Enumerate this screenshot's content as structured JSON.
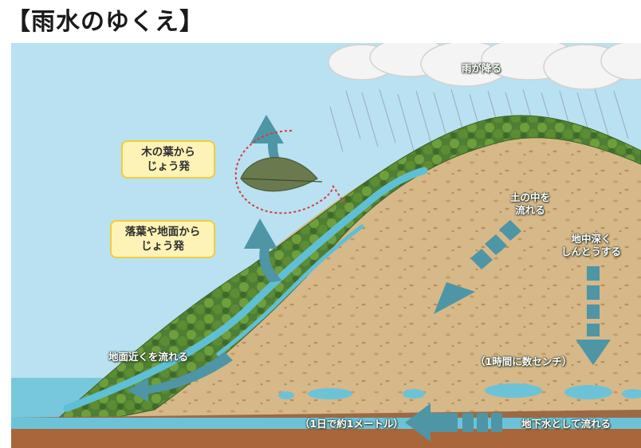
{
  "page": {
    "title": "【雨水のゆくえ】"
  },
  "labels": {
    "rain": "雨が降る",
    "leaf_evap_line1": "木の葉から",
    "leaf_evap_line2": "じょう発",
    "ground_evap_line1": "落葉や地面から",
    "ground_evap_line2": "じょう発",
    "soil_flow_line1": "土の中を",
    "soil_flow_line2": "流れる",
    "deep_line1": "地中深く",
    "deep_line2": "しんとうする",
    "deep_rate": "（1時間に数センチ）",
    "surface_flow": "地面近くを流れる",
    "groundwater_rate": "（1日で約1メートル）",
    "groundwater_flow": "地下水として流れる"
  },
  "colors": {
    "sky": "#b9e1f1",
    "forest": "#4f7f34",
    "soil": "#d7b98a",
    "stream": "#5fbfd5",
    "arrow": "#4e95a6",
    "note_bg": "#fdf3b6",
    "note_border": "#f2cc3c",
    "dotted_circle": "#d93a3a"
  },
  "icons": {
    "leaf": "leaf-icon",
    "cloud": "cloud-icon"
  }
}
